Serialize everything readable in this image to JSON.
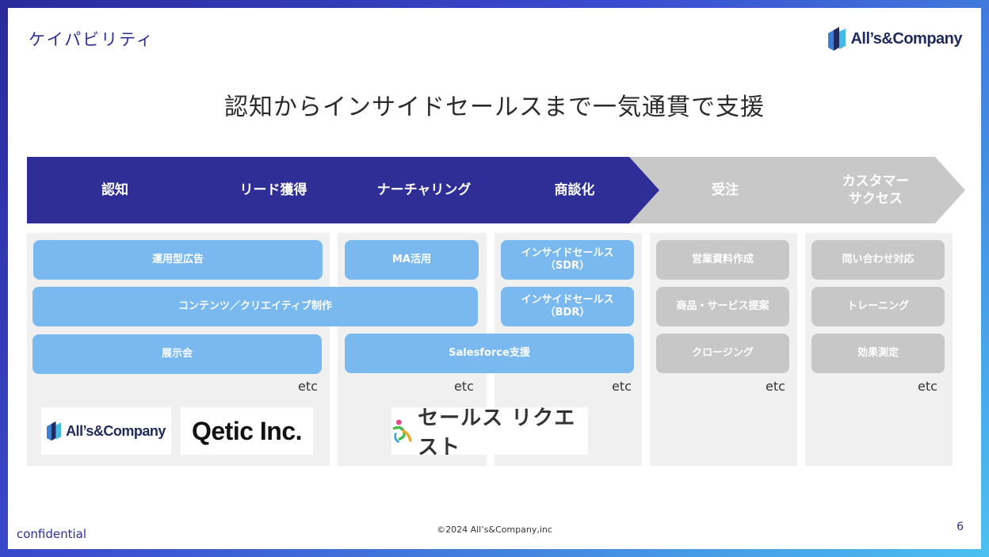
{
  "header": {
    "section_title": "ケイパビリティ",
    "brand_name": "All’s&Company"
  },
  "headline": "認知からインサイドセールスまで一気通貫で支援",
  "steps": [
    {
      "label": "認知"
    },
    {
      "label": "リード獲得"
    },
    {
      "label": "ナーチャリング"
    },
    {
      "label": "商談化"
    },
    {
      "label": "受注"
    },
    {
      "label": "カスタマー\nサクセス"
    }
  ],
  "services": {
    "unyo_kokoku": "運用型広告",
    "content_creative": "コンテンツ／クリエイティブ制作",
    "tenjikai": "展示会",
    "ma": "MA活用",
    "salesforce": "Salesforce支援",
    "is_sdr": "インサイドセールス\n（SDR）",
    "is_bdr": "インサイドセールス\n（BDR）",
    "eigyo_shiryo": "営業資料作成",
    "shohin_teian": "商品・サービス提案",
    "closing": "クロージング",
    "toiawase": "問い合わせ対応",
    "training": "トレーニング",
    "koka_sokutei": "効果測定"
  },
  "etc_label": "etc",
  "partners": {
    "allsandcompany": "All’s&Company",
    "qetic": "Qetic Inc.",
    "sales_request": "セールス リクエスト"
  },
  "footer": {
    "confidential": "confidential",
    "copyright": "©2024 All’s&Company,inc",
    "page_number": "6"
  },
  "colors": {
    "active_step": "#2e2e96",
    "inactive_step": "#c8c8c8",
    "blue_pill": "#79b9ef",
    "gray_pill": "#c7c7c7"
  }
}
